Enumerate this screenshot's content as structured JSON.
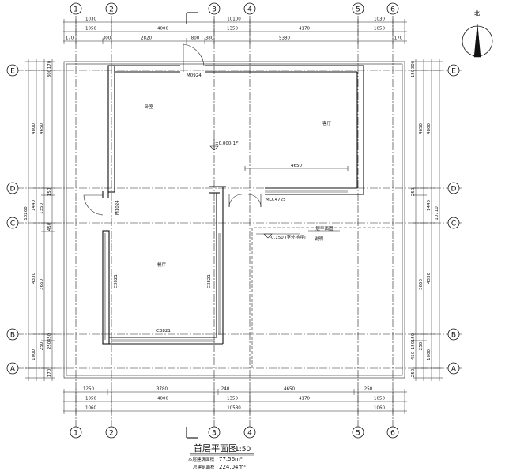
{
  "grid_columns": [
    "1",
    "2",
    "3",
    "4",
    "5",
    "6"
  ],
  "grid_rows": [
    "E",
    "D",
    "C",
    "B",
    "A"
  ],
  "north_label": "北",
  "top_dims": {
    "row1": [
      "1030",
      "10100",
      "1030"
    ],
    "row2": [
      "1050",
      "4000",
      "1350",
      "4170",
      "1050"
    ],
    "row3": [
      "170",
      "300",
      "2820",
      "800",
      "380",
      "5380",
      "170"
    ]
  },
  "bottom_dims": {
    "row1": [
      "1250",
      "3780",
      "240",
      "4650",
      "250"
    ],
    "row2": [
      "1050",
      "4000",
      "1350",
      "4170",
      "1050"
    ],
    "row3": [
      "1060",
      "10580",
      "1060"
    ]
  },
  "left_dims": {
    "outer": [
      "10260"
    ],
    "mid": [
      "4800",
      "1440",
      "4330",
      "1000"
    ],
    "inner": [
      "4650",
      "1350",
      "3650",
      "250"
    ],
    "small": [
      "170",
      "300",
      "150",
      "450",
      "450",
      "250",
      "170"
    ]
  },
  "right_dims": {
    "outer": [
      "10710"
    ],
    "mid": [
      "4800",
      "1440",
      "4330",
      "1000"
    ],
    "inner": [
      "4650",
      "3650",
      "250"
    ],
    "small": [
      "300",
      "150",
      "250",
      "150",
      "150",
      "450",
      "250",
      "170"
    ]
  },
  "labels": {
    "door_top": "M0924",
    "door_left": "M1024",
    "door_mid": "MLC4725",
    "window_bottom": "C3821",
    "window_left": "C3821",
    "window_right": "C3821",
    "level": "±0.000(1F)",
    "level2": "-0.150 (室外地坪)",
    "room_top_left": "卧室",
    "room_top_right": "客厅",
    "room_bottom": "餐厅",
    "sign1": "一层平面图",
    "sign2": "说明",
    "dim_4650": "4650"
  },
  "title": {
    "main": "首层平面图",
    "scale": "1:50",
    "area1_label": "本层建筑面积",
    "area1_value": "77.56m²",
    "area2_label": "总建筑面积",
    "area2_value": "224.04m²"
  }
}
